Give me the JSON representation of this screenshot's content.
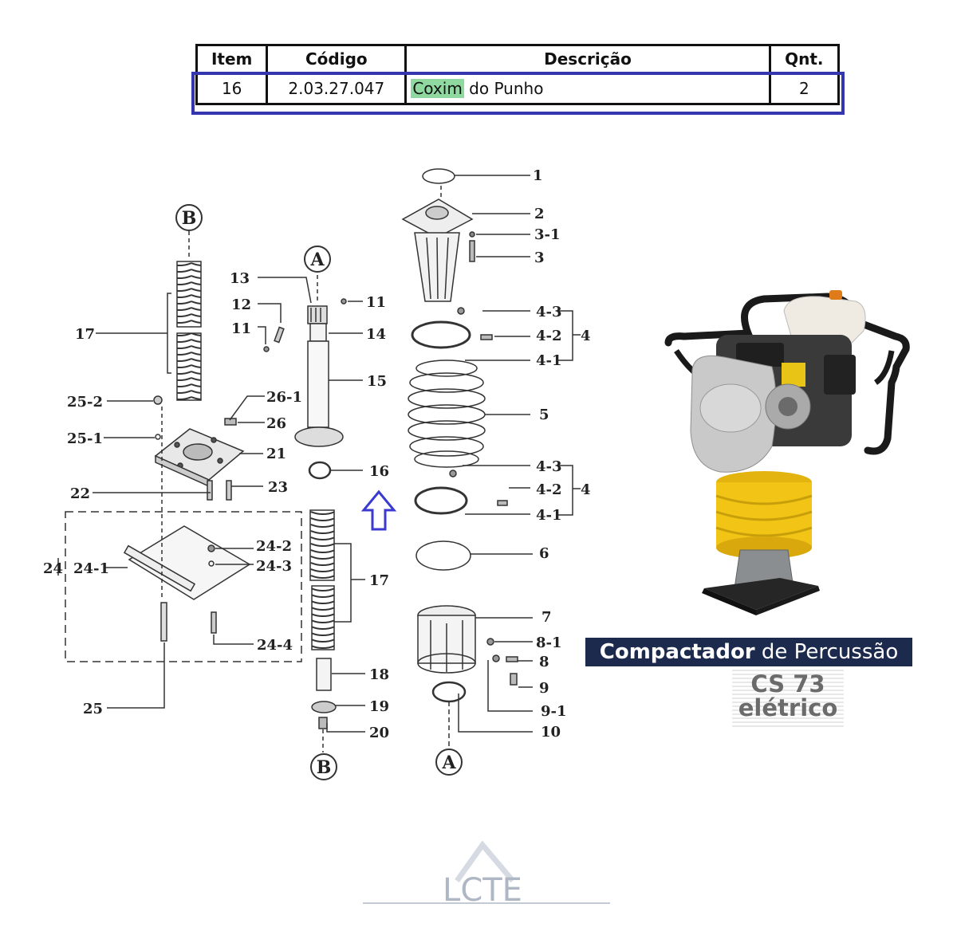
{
  "table": {
    "headers": [
      "Item",
      "Código",
      "Descrição",
      "Qnt."
    ],
    "row": {
      "item": "16",
      "code": "2.03.27.047",
      "description_highlight": "Coxim",
      "description_rest": " do Punho",
      "qty": "2"
    }
  },
  "diagram": {
    "circle_labels": {
      "a_top": "A",
      "a_bottom": "A",
      "b_top": "B",
      "b_bottom": "B"
    },
    "right_labels": [
      "1",
      "2",
      "3-1",
      "3",
      "4-3",
      "4-2",
      "4-1",
      "4",
      "5",
      "4-3",
      "4-2",
      "4-1",
      "4",
      "6",
      "7",
      "8-1",
      "8",
      "9",
      "9-1",
      "10"
    ],
    "middle_labels": [
      "13",
      "12",
      "11",
      "11",
      "14",
      "15",
      "16",
      "17",
      "18",
      "19",
      "20"
    ],
    "left_labels": [
      "17",
      "25-2",
      "25-1",
      "26-1",
      "26",
      "21",
      "22",
      "23",
      "24-2",
      "24-3",
      "24",
      "24-1",
      "24-4",
      "25"
    ],
    "arrow_target": "16"
  },
  "product": {
    "caption_bold": "Compactador",
    "caption_rest": " de Percussão",
    "model_line1": "CS 73",
    "model_line2": "elétrico"
  },
  "watermark": {
    "text": "LCTE"
  },
  "colors": {
    "highlight_border": "#3535b0",
    "highlight_fill": "#8fd9a0",
    "caption_bg": "#1c2a4e",
    "spring_yellow": "#f1c416",
    "arrow": "#3a3ad0"
  }
}
